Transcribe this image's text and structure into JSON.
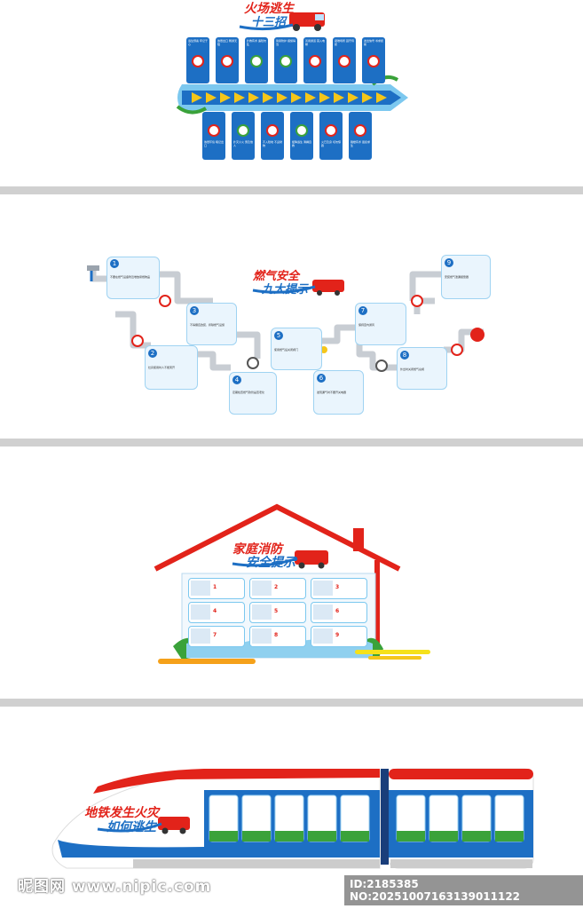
{
  "panel1": {
    "title": "火场逃生",
    "subtitle": "十三招",
    "upper_cards": [
      "逃生预案 牢记于心",
      "熟悉出口 畅通无阻",
      "扑救有术 遇险勿乱",
      "简易防护 措施得当",
      "善用通道 莫入电梯",
      "避难场所 固守待援",
      "发出信号 寻求援助"
    ],
    "lower_cards": [
      "熟悉环境 暗记出口",
      "扑灭小火 惠及他人",
      "不入险地 不贪财物",
      "缓降逃生 滑绳自救",
      "火已及身 切勿惊跑",
      "跳楼有术 虽损求生"
    ]
  },
  "panel2": {
    "title": "燃气安全",
    "subtitle": "九大提示",
    "steps": [
      {
        "num": "1",
        "text": "不要在燃气设备附近堆放易燃物品"
      },
      {
        "num": "2",
        "text": "灶具使用时人不能离开"
      },
      {
        "num": "3",
        "text": "不得擅自改装、拆除燃气设施"
      },
      {
        "num": "4",
        "text": "定期检查燃气软管是否老化"
      },
      {
        "num": "5",
        "text": "使用燃气后关闭阀门"
      },
      {
        "num": "6",
        "text": "发现漏气时不要开关电器"
      },
      {
        "num": "7",
        "text": "保持室内通风"
      },
      {
        "num": "8",
        "text": "外出时关闭燃气总阀"
      },
      {
        "num": "9",
        "text": "安装燃气泄漏报警器"
      }
    ]
  },
  "panel3": {
    "title": "家庭消防",
    "subtitle": "安全提示",
    "tips": [
      {
        "num": "1"
      },
      {
        "num": "2"
      },
      {
        "num": "3"
      },
      {
        "num": "4"
      },
      {
        "num": "5"
      },
      {
        "num": "6"
      },
      {
        "num": "7"
      },
      {
        "num": "8"
      },
      {
        "num": "9"
      }
    ]
  },
  "panel4": {
    "title": "地铁发生火灾",
    "subtitle": "如何逃生"
  },
  "watermark": {
    "left": "昵图网 www.nipic.com",
    "right": "ID:2185385 NO:20251007163139011122"
  },
  "colors": {
    "brand_red": "#e2231a",
    "brand_blue": "#1d6fc4",
    "divider": "#d0d0d0",
    "arrow_yellow": "#f5c61a"
  }
}
